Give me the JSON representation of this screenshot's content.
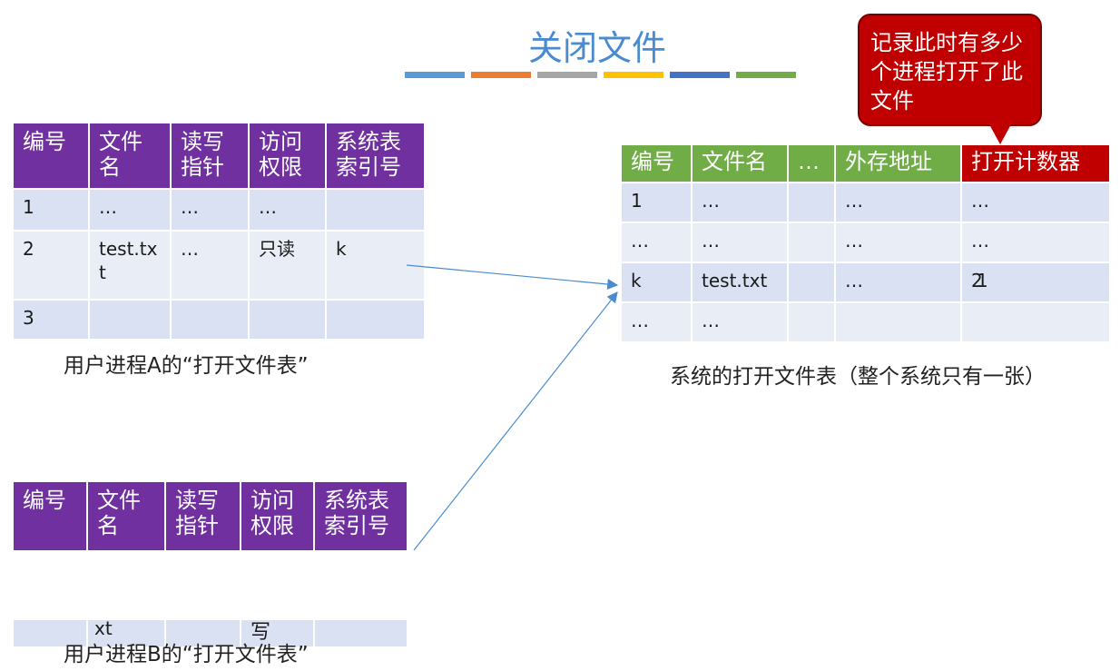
{
  "title": "关闭文件",
  "bar_colors": [
    "#5b9bd5",
    "#ed7d31",
    "#a5a5a5",
    "#ffc000",
    "#4472c4",
    "#70ad47"
  ],
  "callout": {
    "text": "记录此时有多少个进程打开了此文件"
  },
  "table_a": {
    "headers": [
      "编号",
      "文件名",
      "读写指针",
      "访问权限",
      "系统表索引号"
    ],
    "rows": [
      [
        "1",
        "…",
        "…",
        "…",
        ""
      ],
      [
        "2",
        "test.txt",
        "…",
        "只读",
        "k"
      ],
      [
        "3",
        "",
        "",
        "",
        ""
      ]
    ],
    "caption": "用户进程A的“打开文件表”"
  },
  "table_sys": {
    "headers": [
      "编号",
      "文件名",
      "…",
      "外存地址",
      "打开计数器"
    ],
    "rows": [
      [
        "1",
        "…",
        "",
        "…",
        "…"
      ],
      [
        "…",
        "…",
        "",
        "…",
        "…"
      ],
      [
        "k",
        "test.txt",
        "",
        "…",
        "2"
      ],
      [
        "…",
        "…",
        "",
        "",
        ""
      ]
    ],
    "counter_overwrite": "1",
    "caption": "系统的打开文件表（整个系统只有一张）"
  },
  "table_b": {
    "headers": [
      "编号",
      "文件名",
      "读写指针",
      "访问权限",
      "系统表索引号"
    ],
    "fragments": [
      "xt",
      "写"
    ],
    "caption": "用户进程B的“打开文件表”"
  }
}
